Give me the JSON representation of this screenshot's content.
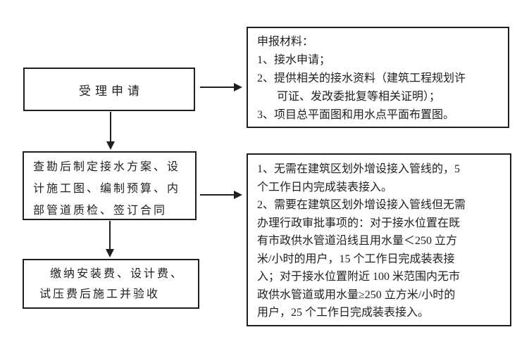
{
  "diagram": {
    "type": "flowchart",
    "colors": {
      "background": "#ffffff",
      "line": "#1f1f1f",
      "text": "#1f1f1f"
    },
    "nodes": {
      "accept": {
        "label": "受理申请"
      },
      "survey": {
        "label": "查勘后制定接水方案、设\n计施工图、编制预算、内\n部管道质检、签订合同"
      },
      "payment": {
        "label": "缴纳安装费、设计费、\n试压费后施工并验收"
      },
      "materials": {
        "text": "申报材料：\n1、接水申请；\n2、提供相关的接水资料（建筑工程规划许\n       可证、发改委批复等相关证明）；\n3、项目总平面图和用水点平面布置图。"
      },
      "timeline": {
        "text": "1、无需在建筑区划外增设接入管线的，5\n个工作日内完成装表接入。\n2、需要在建筑区划外增设接入管线但无需\n办理行政审批事项的：对于接水位置在既\n有市政供水管道沿线且用水量＜250 立方\n米/小时的用户，15 个工作日完成装表接\n入；对于接水位置附近 100 米范围内无市\n政供水管道或用水量≥250 立方米/小时的\n用户，25 个工作日完成装表接入。"
      }
    },
    "edges": [
      {
        "from": "accept",
        "to": "materials",
        "direction": "right"
      },
      {
        "from": "accept",
        "to": "survey",
        "direction": "down"
      },
      {
        "from": "survey",
        "to": "timeline",
        "direction": "right"
      },
      {
        "from": "survey",
        "to": "payment",
        "direction": "down"
      }
    ]
  }
}
